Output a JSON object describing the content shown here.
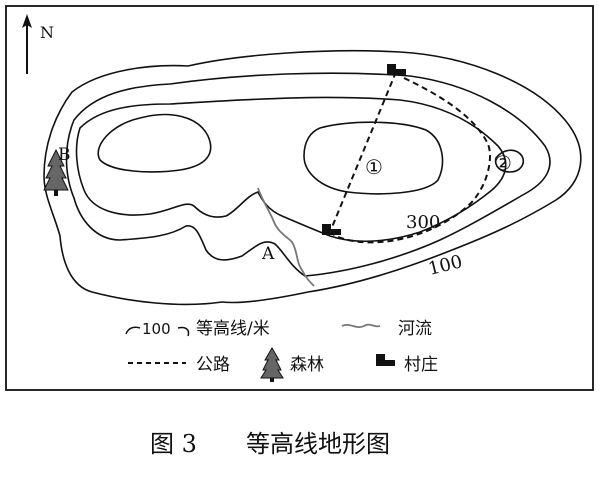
{
  "map": {
    "north_label": "N",
    "point_a": "A",
    "point_b": "B",
    "region_1": "①",
    "region_2": "②",
    "contour_300": "300",
    "contour_100": "100"
  },
  "legend": {
    "contour_sample": "100",
    "contour_label": "等高线/米",
    "river_label": "河流",
    "road_label": "公路",
    "forest_label": "森林",
    "village_label": "村庄"
  },
  "caption": {
    "figure": "图 3",
    "title": "等高线地形图"
  }
}
